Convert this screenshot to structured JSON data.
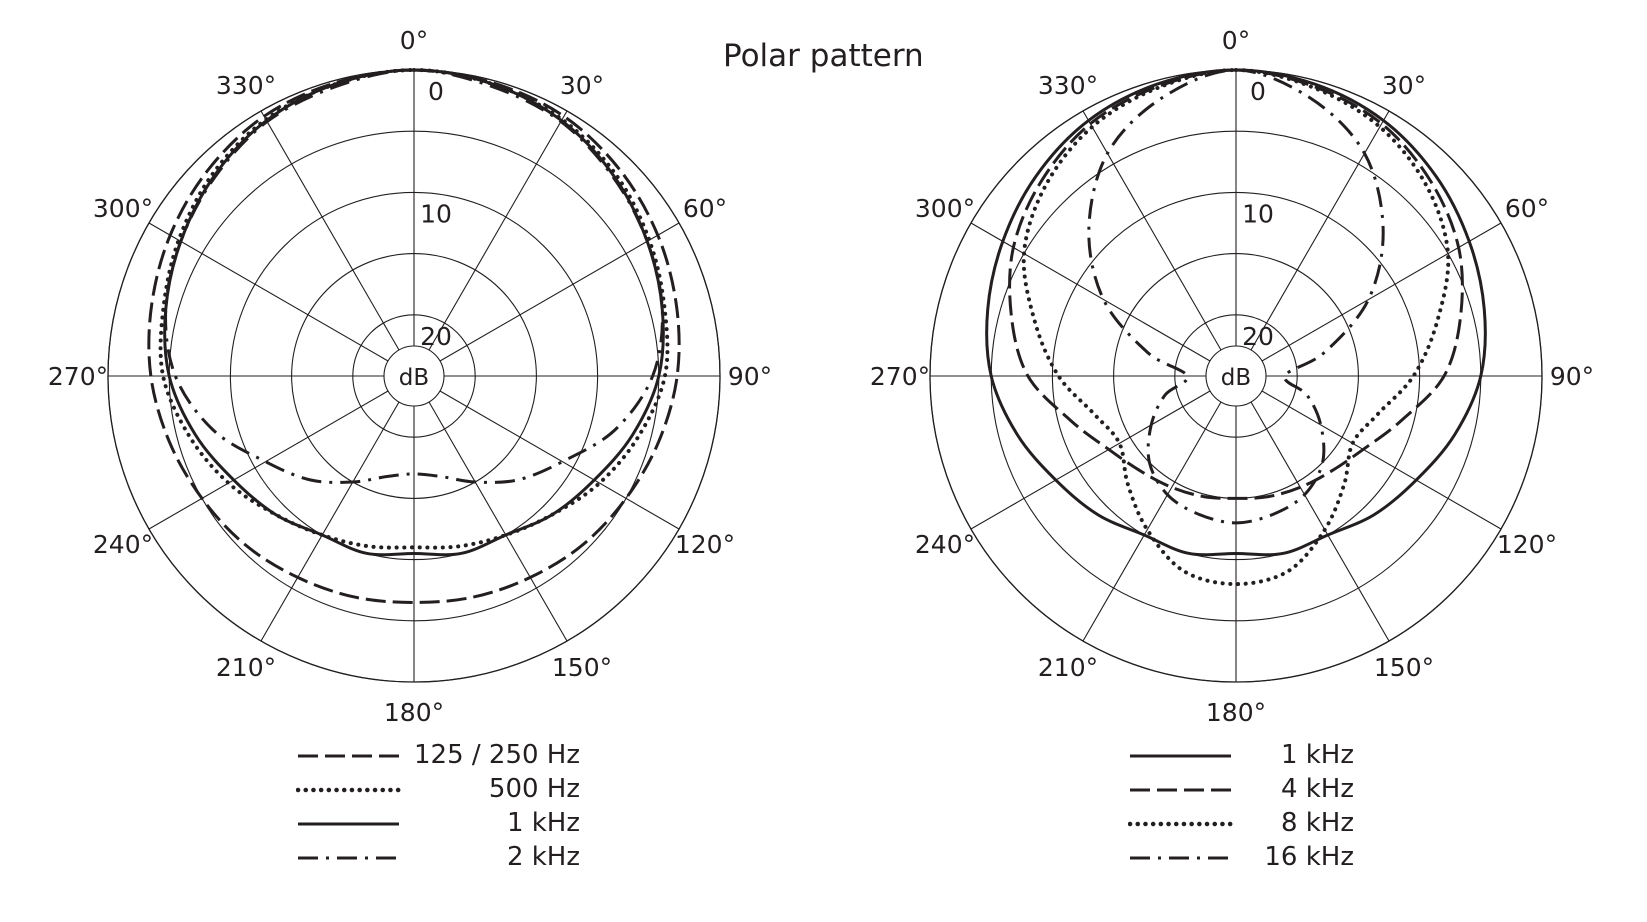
{
  "chart_data": [
    {
      "type": "polar",
      "title": "Polar pattern",
      "angle_unit": "degrees",
      "angle_tick_labels": [
        "0°",
        "30°",
        "60°",
        "90°",
        "120°",
        "150°",
        "180°",
        "210°",
        "240°",
        "270°",
        "300°",
        "330°"
      ],
      "radial_unit_label": "dB",
      "radial_tick_labels": [
        "0",
        "10",
        "20"
      ],
      "rlim": [
        -25,
        0
      ],
      "grid": true,
      "angles": [
        0,
        15,
        30,
        45,
        60,
        75,
        90,
        105,
        120,
        135,
        150,
        165,
        180,
        195,
        210,
        225,
        240,
        255,
        270,
        285,
        300,
        315,
        330,
        345
      ],
      "series": [
        {
          "name": "125 / 250 Hz",
          "style": "dashed",
          "values": [
            0,
            -0.2,
            -0.5,
            -1.2,
            -2,
            -2.8,
            -3.5,
            -4.3,
            -5,
            -5.5,
            -6,
            -6.3,
            -6.5,
            -6.3,
            -6,
            -5.5,
            -5,
            -4.3,
            -3.5,
            -2.8,
            -2,
            -1.2,
            -0.5,
            -0.2
          ]
        },
        {
          "name": "500 Hz",
          "style": "dotted",
          "values": [
            0,
            -0.3,
            -0.8,
            -1.7,
            -2.8,
            -3.8,
            -4.5,
            -6,
            -7.5,
            -9,
            -10,
            -10.6,
            -11,
            -10.6,
            -10,
            -9,
            -7.5,
            -6,
            -4.5,
            -3.8,
            -2.8,
            -1.7,
            -0.8,
            -0.3
          ]
        },
        {
          "name": "1 kHz",
          "style": "solid",
          "values": [
            0,
            -0.3,
            -0.9,
            -1.9,
            -3,
            -4,
            -5,
            -6.5,
            -8,
            -9,
            -10,
            -10,
            -10.5,
            -10,
            -10,
            -9,
            -8,
            -6.5,
            -5,
            -4,
            -3,
            -1.9,
            -0.9,
            -0.3
          ]
        },
        {
          "name": "2 kHz",
          "style": "dashdot",
          "values": [
            0,
            -0.5,
            -1,
            -2,
            -3,
            -4,
            -5.5,
            -8,
            -11,
            -13,
            -15,
            -16.5,
            -17,
            -16.5,
            -15,
            -13,
            -11,
            -8,
            -5.5,
            -4,
            -3,
            -2,
            -1,
            -0.5
          ]
        }
      ]
    },
    {
      "type": "polar",
      "angle_unit": "degrees",
      "angle_tick_labels": [
        "0°",
        "30°",
        "60°",
        "90°",
        "120°",
        "150°",
        "180°",
        "210°",
        "240°",
        "270°",
        "300°",
        "330°"
      ],
      "radial_unit_label": "dB",
      "radial_tick_labels": [
        "0",
        "10",
        "20"
      ],
      "rlim": [
        -25,
        0
      ],
      "grid": true,
      "angles": [
        0,
        15,
        30,
        45,
        60,
        75,
        90,
        105,
        120,
        135,
        150,
        165,
        180,
        195,
        210,
        225,
        240,
        255,
        270,
        285,
        300,
        315,
        330,
        345
      ],
      "series": [
        {
          "name": "1 kHz",
          "style": "solid",
          "values": [
            0,
            -0.3,
            -0.9,
            -1.9,
            -3,
            -4,
            -5,
            -6.5,
            -8,
            -9,
            -10,
            -10,
            -10.5,
            -10,
            -10,
            -9,
            -8,
            -6.5,
            -5,
            -4,
            -3,
            -1.9,
            -0.9,
            -0.3
          ]
        },
        {
          "name": "4 kHz",
          "style": "dashed",
          "values": [
            0,
            -0.5,
            -1.2,
            -2.5,
            -4,
            -6,
            -8,
            -11,
            -13,
            -14,
            -14.5,
            -14.8,
            -15,
            -14.8,
            -14.5,
            -14,
            -13,
            -11,
            -8,
            -6,
            -4,
            -2.5,
            -1.2,
            -0.5
          ]
        },
        {
          "name": "8 kHz",
          "style": "dotted",
          "values": [
            0,
            -0.6,
            -1.5,
            -3,
            -5,
            -8,
            -10.5,
            -13,
            -14,
            -12.5,
            -10.5,
            -8.5,
            -8,
            -8.5,
            -10.5,
            -12.5,
            -14,
            -13,
            -10.5,
            -8,
            -5,
            -3,
            -1.5,
            -0.6
          ]
        },
        {
          "name": "16 kHz",
          "style": "dashdot",
          "values": [
            0,
            -1.5,
            -4,
            -8,
            -12.5,
            -17.5,
            -21,
            -19,
            -17,
            -15,
            -13.8,
            -13.3,
            -13,
            -13.3,
            -13.8,
            -15,
            -17,
            -19,
            -21,
            -17.5,
            -12.5,
            -8,
            -4,
            -1.5
          ]
        }
      ]
    }
  ],
  "colors": {
    "ink": "#231f20",
    "background": "#ffffff"
  }
}
